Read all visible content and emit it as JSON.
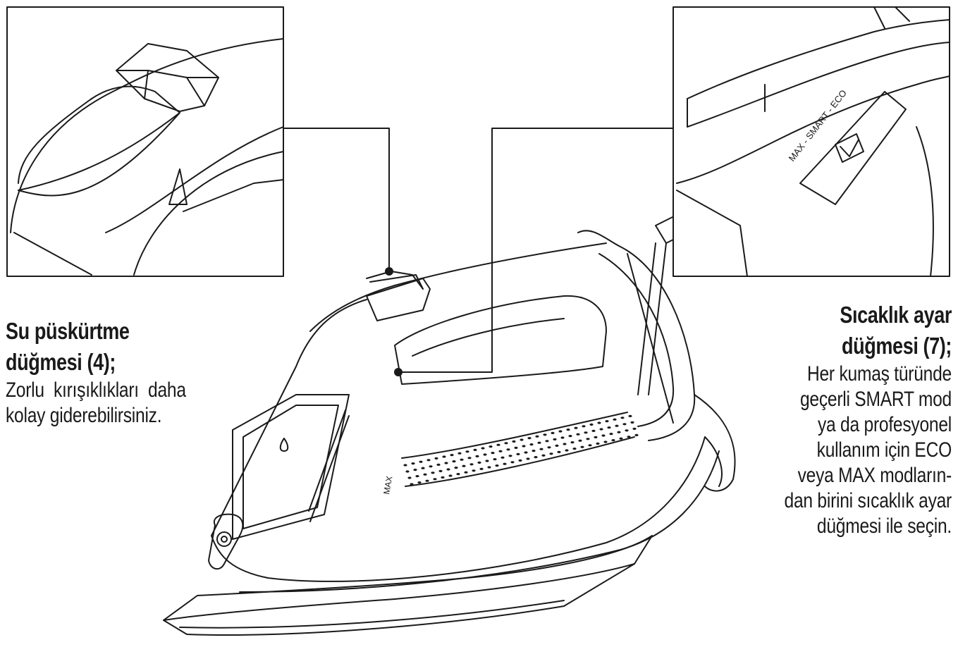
{
  "left_callout": {
    "title_lines": [
      "Su püskürtme",
      "düğmesi (4);"
    ],
    "body_lines": [
      "Zorlu kırışıklıkları daha",
      "kolay giderebilirsiniz."
    ]
  },
  "right_callout": {
    "title_lines": [
      "Sıcaklık ayar",
      "düğmesi (7);"
    ],
    "body_lines": [
      "Her kumaş türünde",
      "geçerli SMART mod",
      "ya da profesyonel",
      "kullanım için ECO",
      "veya MAX modların-",
      "dan birini sıcaklık ayar",
      "düğmesi ile seçin."
    ]
  },
  "iron_labels": {
    "dial_label": "MAX - SMART - ECO",
    "max_mark": "MAX"
  },
  "colors": {
    "ink": "#1a1a1a",
    "background": "#ffffff"
  }
}
